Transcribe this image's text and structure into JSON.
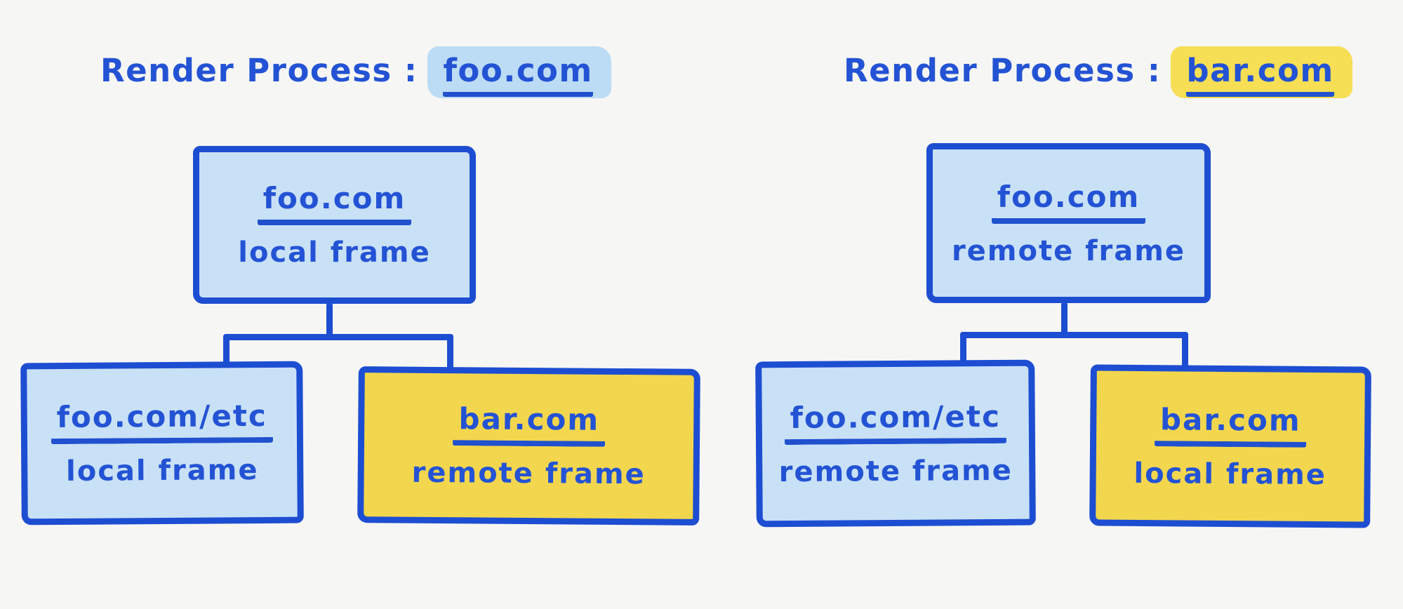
{
  "page": {
    "background": "#f6f6f4"
  },
  "palette": {
    "ink_blue": "#2353d4",
    "stroke_blue": "#1d4ed2",
    "box_blue_fill": "#c9e1f6",
    "box_yellow_fill": "#f2d64e",
    "title_highlight_blue": "#bcdcf5",
    "title_highlight_yellow": "#f6de55"
  },
  "trees": [
    {
      "title": {
        "prefix": "Render Process :",
        "domain": "foo.com",
        "highlight": "blue"
      },
      "root": {
        "domain": "foo.com",
        "frame_type": "local frame",
        "fill": "blue"
      },
      "children": [
        {
          "domain": "foo.com/etc",
          "frame_type": "local frame",
          "fill": "blue"
        },
        {
          "domain": "bar.com",
          "frame_type": "remote frame",
          "fill": "yellow"
        }
      ]
    },
    {
      "title": {
        "prefix": "Render Process :",
        "domain": "bar.com",
        "highlight": "yellow"
      },
      "root": {
        "domain": "foo.com",
        "frame_type": "remote frame",
        "fill": "blue"
      },
      "children": [
        {
          "domain": "foo.com/etc",
          "frame_type": "remote frame",
          "fill": "blue"
        },
        {
          "domain": "bar.com",
          "frame_type": "local frame",
          "fill": "yellow"
        }
      ]
    }
  ]
}
